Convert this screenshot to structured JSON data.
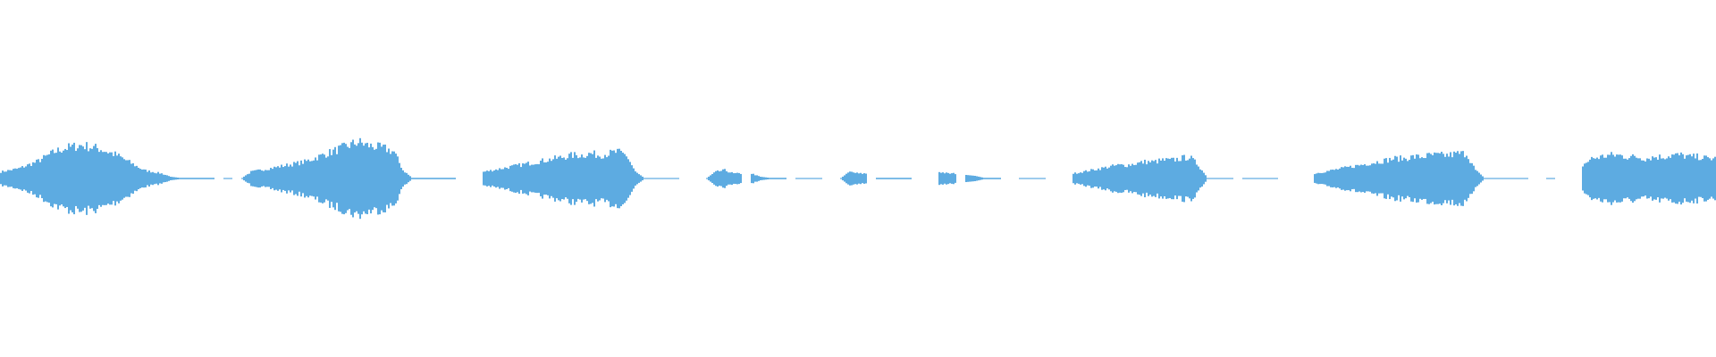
{
  "chart_data": {
    "type": "area",
    "description_kind": "audio waveform (peak amplitude envelope, symmetric about zero)",
    "title": "",
    "xlabel": "",
    "ylabel": "",
    "ylim": [
      -1,
      1
    ],
    "grid": false,
    "legend": "none",
    "color": "#5dabe1",
    "values": [
      0.04,
      0.05,
      0.06,
      0.08,
      0.1,
      0.13,
      0.16,
      0.18,
      0.19,
      0.2,
      0.19,
      0.18,
      0.16,
      0.14,
      0.11,
      0.08,
      0.05,
      0.04,
      0.03,
      0.01,
      0.004,
      0.004,
      0.004,
      0.004,
      0,
      0.003,
      0,
      0.003,
      0.04,
      0.05,
      0.06,
      0.07,
      0.08,
      0.09,
      0.1,
      0.12,
      0.14,
      0.16,
      0.18,
      0.2,
      0.22,
      0.2,
      0.19,
      0.18,
      0.16,
      0.05,
      0.004,
      0.004,
      0.004,
      0.004,
      0.004,
      0,
      0,
      0,
      0.04,
      0.05,
      0.06,
      0.07,
      0.08,
      0.09,
      0.1,
      0.11,
      0.12,
      0.13,
      0.14,
      0.14,
      0.15,
      0.14,
      0.15,
      0.16,
      0.14,
      0.04,
      0.003,
      0.003,
      0.003,
      0.003,
      0,
      0,
      0,
      0.003,
      0.04,
      0.05,
      0.03,
      0,
      0.03,
      0.01,
      0.004,
      0.004,
      0,
      0.003,
      0.003,
      0.003,
      0,
      0,
      0.003,
      0.04,
      0.03,
      0,
      0.004,
      0.004,
      0.004,
      0.004,
      0,
      0,
      0,
      0.04,
      0.03,
      0,
      0.02,
      0.015,
      0.004,
      0.004,
      0,
      0,
      0.003,
      0.003,
      0.003,
      0,
      0,
      0,
      0.03,
      0.04,
      0.05,
      0.06,
      0.07,
      0.08,
      0.08,
      0.09,
      0.1,
      0.1,
      0.11,
      0.11,
      0.12,
      0.13,
      0.08,
      0.003,
      0.003,
      0.003,
      0,
      0.003,
      0.003,
      0.003,
      0.003,
      0,
      0,
      0,
      0,
      0.03,
      0.04,
      0.05,
      0.06,
      0.07,
      0.08,
      0.09,
      0.1,
      0.11,
      0.12,
      0.12,
      0.13,
      0.13,
      0.14,
      0.14,
      0.14,
      0.15,
      0.15,
      0.05,
      0.003,
      0.003,
      0.003,
      0.003,
      0.003,
      0,
      0,
      0.003,
      0,
      0,
      0,
      0.08,
      0.12,
      0.13,
      0.14,
      0.14,
      0.13,
      0.13,
      0.12,
      0.13,
      0.13,
      0.14,
      0.14,
      0.13,
      0.13,
      0.12
    ]
  }
}
